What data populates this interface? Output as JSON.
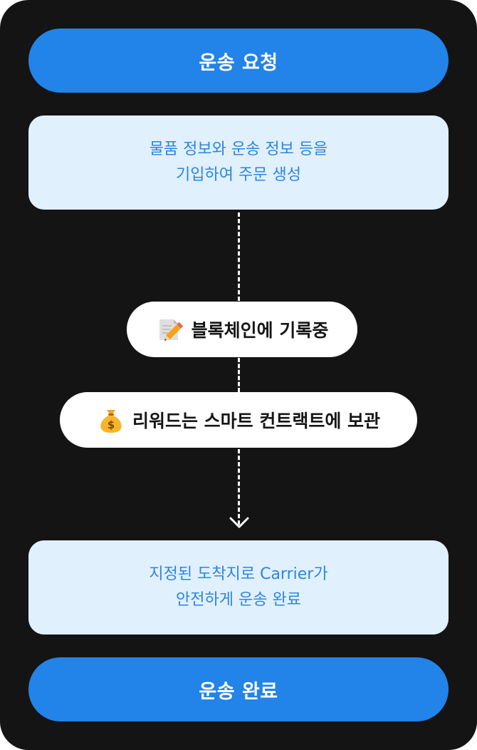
{
  "steps": {
    "request_button": "운송 요청",
    "order_box": {
      "line1": "물품 정보와 운송 정보 등을",
      "line2": "기입하여 주문 생성"
    },
    "blockchain_chip": {
      "icon": "memo-pencil-icon",
      "label": "블록체인에 기록중"
    },
    "reward_chip": {
      "icon": "money-bag-icon",
      "label": "리워드는 스마트 컨트랙트에 보관"
    },
    "delivery_box": {
      "line1": "지정된 도착지로 Carrier가",
      "line2": "안전하게 운송 완료"
    },
    "complete_button": "운송 완료"
  },
  "colors": {
    "background": "#141414",
    "accent": "#2283e8",
    "box_fill": "#e1f0fd",
    "box_text": "#2b86e3",
    "chip_fill": "#ffffff"
  }
}
